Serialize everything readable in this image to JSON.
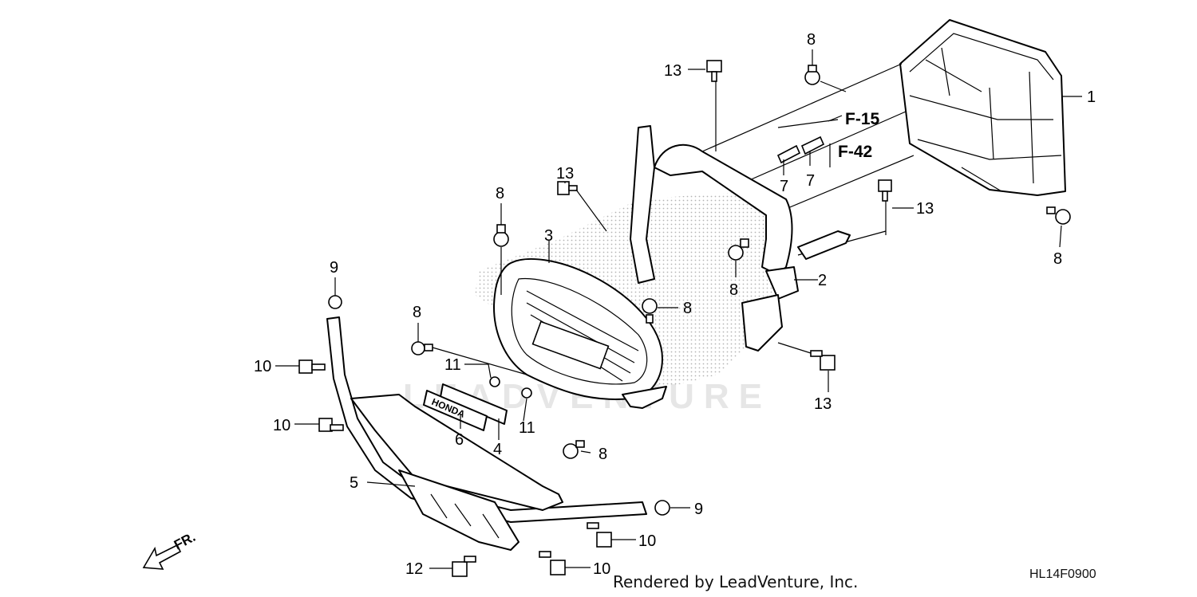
{
  "diagram": {
    "callouts": {
      "c1": "1",
      "c2": "2",
      "c3": "3",
      "c4": "4",
      "c5": "5",
      "c6": "6",
      "c7a": "7",
      "c7b": "7",
      "c8a": "8",
      "c8b": "8",
      "c8c": "8",
      "c8d": "8",
      "c8e": "8",
      "c8f": "8",
      "c8g": "8",
      "c9a": "9",
      "c9b": "9",
      "c10a": "10",
      "c10b": "10",
      "c10c": "10",
      "c10d": "10",
      "c11a": "11",
      "c11b": "11",
      "c12": "12",
      "c13a": "13",
      "c13b": "13",
      "c13c": "13",
      "c13d": "13"
    },
    "references": {
      "f15": "F-15",
      "f42": "F-42"
    },
    "emblem_text": "HONDA",
    "direction_label": "FR.",
    "watermark": "LEADVENTURE"
  },
  "footer": {
    "credit": "Rendered by LeadVenture, Inc.",
    "code": "HL14F0900"
  },
  "colors": {
    "line": "#000000",
    "background": "#ffffff",
    "stipple": "#bdbdbd"
  }
}
